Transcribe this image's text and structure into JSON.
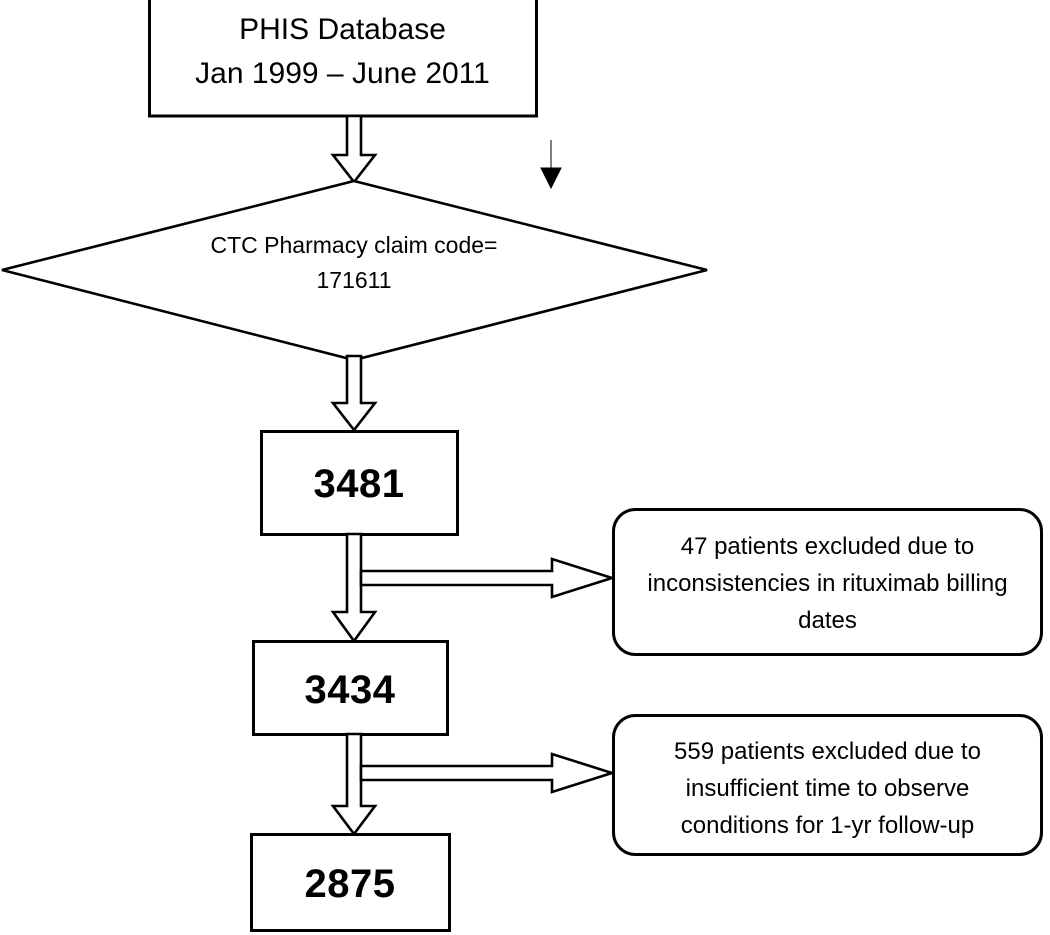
{
  "diagram": {
    "type": "flowchart",
    "title": "Patient cohort selection flow diagram",
    "nodes": {
      "source_box": {
        "shape": "rectangle",
        "text": "PHIS Database\nJan 1999 – June 2011"
      },
      "decision_diamond": {
        "shape": "diamond",
        "text": "CTC Pharmacy claim code=\n171611"
      },
      "count_1": {
        "shape": "rectangle",
        "text": "3481"
      },
      "count_2": {
        "shape": "rectangle",
        "text": "3434"
      },
      "count_3": {
        "shape": "rectangle",
        "text": "2875"
      },
      "exclusion_1": {
        "shape": "rounded-rectangle",
        "text": "47 patients excluded due to inconsistencies in rituximab billing dates"
      },
      "exclusion_2": {
        "shape": "rounded-rectangle",
        "text": "559 patients excluded due to insufficient time to observe conditions for 1-yr follow-up"
      }
    },
    "colors": {
      "stroke": "#000000",
      "fill": "#ffffff",
      "text": "#000000"
    }
  }
}
